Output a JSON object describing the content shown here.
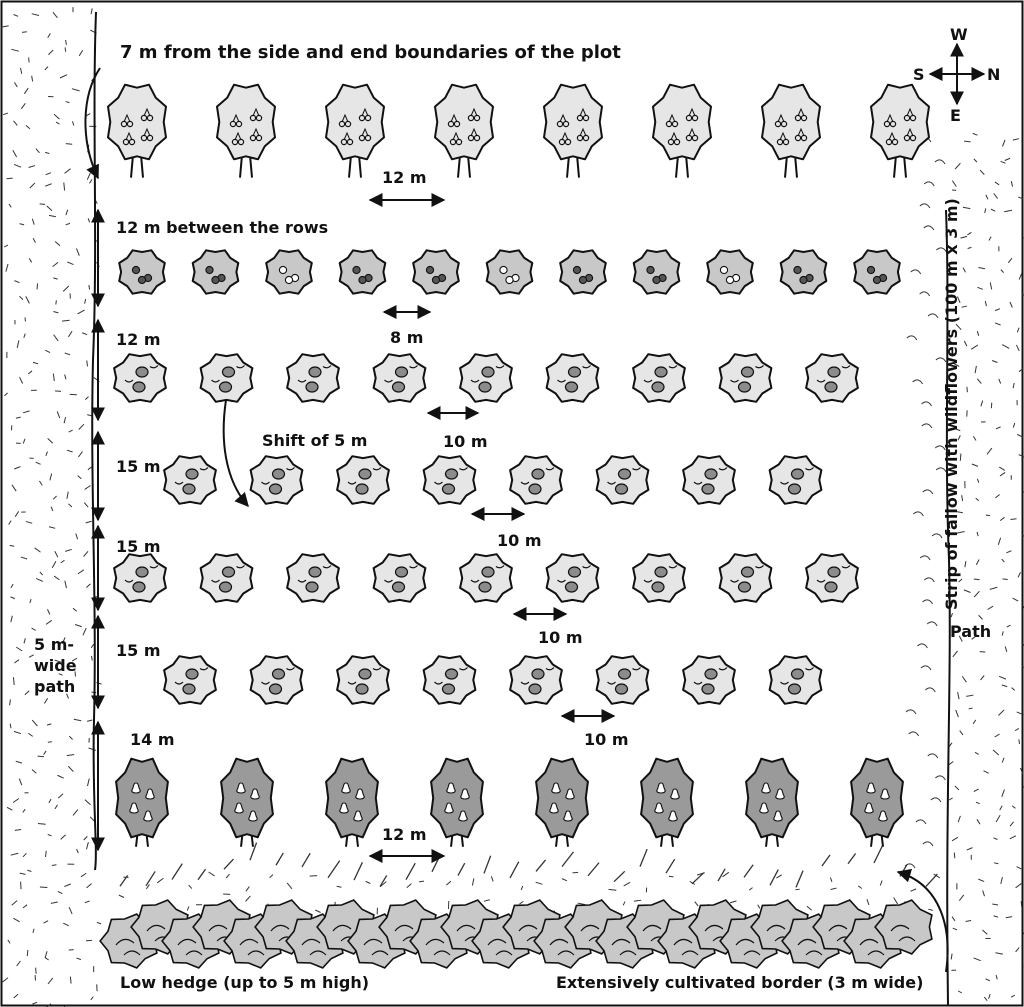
{
  "labels": {
    "top_note": "7 m from the side and end boundaries of the plot",
    "row_gap_1": "12 m between the rows",
    "row_gap_2": "12 m",
    "row_gap_3": "15 m",
    "row_gap_4": "15 m",
    "row_gap_5": "15 m",
    "row_gap_6": "14 m",
    "spacing_row1": "12 m",
    "spacing_row2": "8 m",
    "spacing_row3": "10 m",
    "spacing_row4": "10 m",
    "spacing_row5": "10 m",
    "spacing_row6": "10 m",
    "spacing_row7": "12 m",
    "shift": "Shift of  5 m",
    "left_path_1": "5 m-",
    "left_path_2": "wide",
    "left_path_3": "path",
    "right_path": "Path",
    "strip": "Strip of fallow with wildflowers (100 m x 3 m)",
    "hedge": "Low hedge (up to 5 m high)",
    "border": "Extensively cultivated border (3 m wide)"
  },
  "compass": {
    "w": "W",
    "s": "S",
    "n": "N",
    "e": "E"
  },
  "colors": {
    "light_canopy": "#e6e6e6",
    "mid_canopy": "#c8c8c8",
    "dark_canopy": "#9a9a9a",
    "fruit": "#8c8c8c",
    "outline": "#111111"
  },
  "rows": [
    {
      "fruit": "cherry",
      "count": 8
    },
    {
      "fruit": "plum",
      "count": 11
    },
    {
      "fruit": "apple",
      "count": 9
    },
    {
      "fruit": "apple",
      "count": 8
    },
    {
      "fruit": "apple",
      "count": 9
    },
    {
      "fruit": "apple",
      "count": 8
    },
    {
      "fruit": "pear",
      "count": 8
    }
  ]
}
